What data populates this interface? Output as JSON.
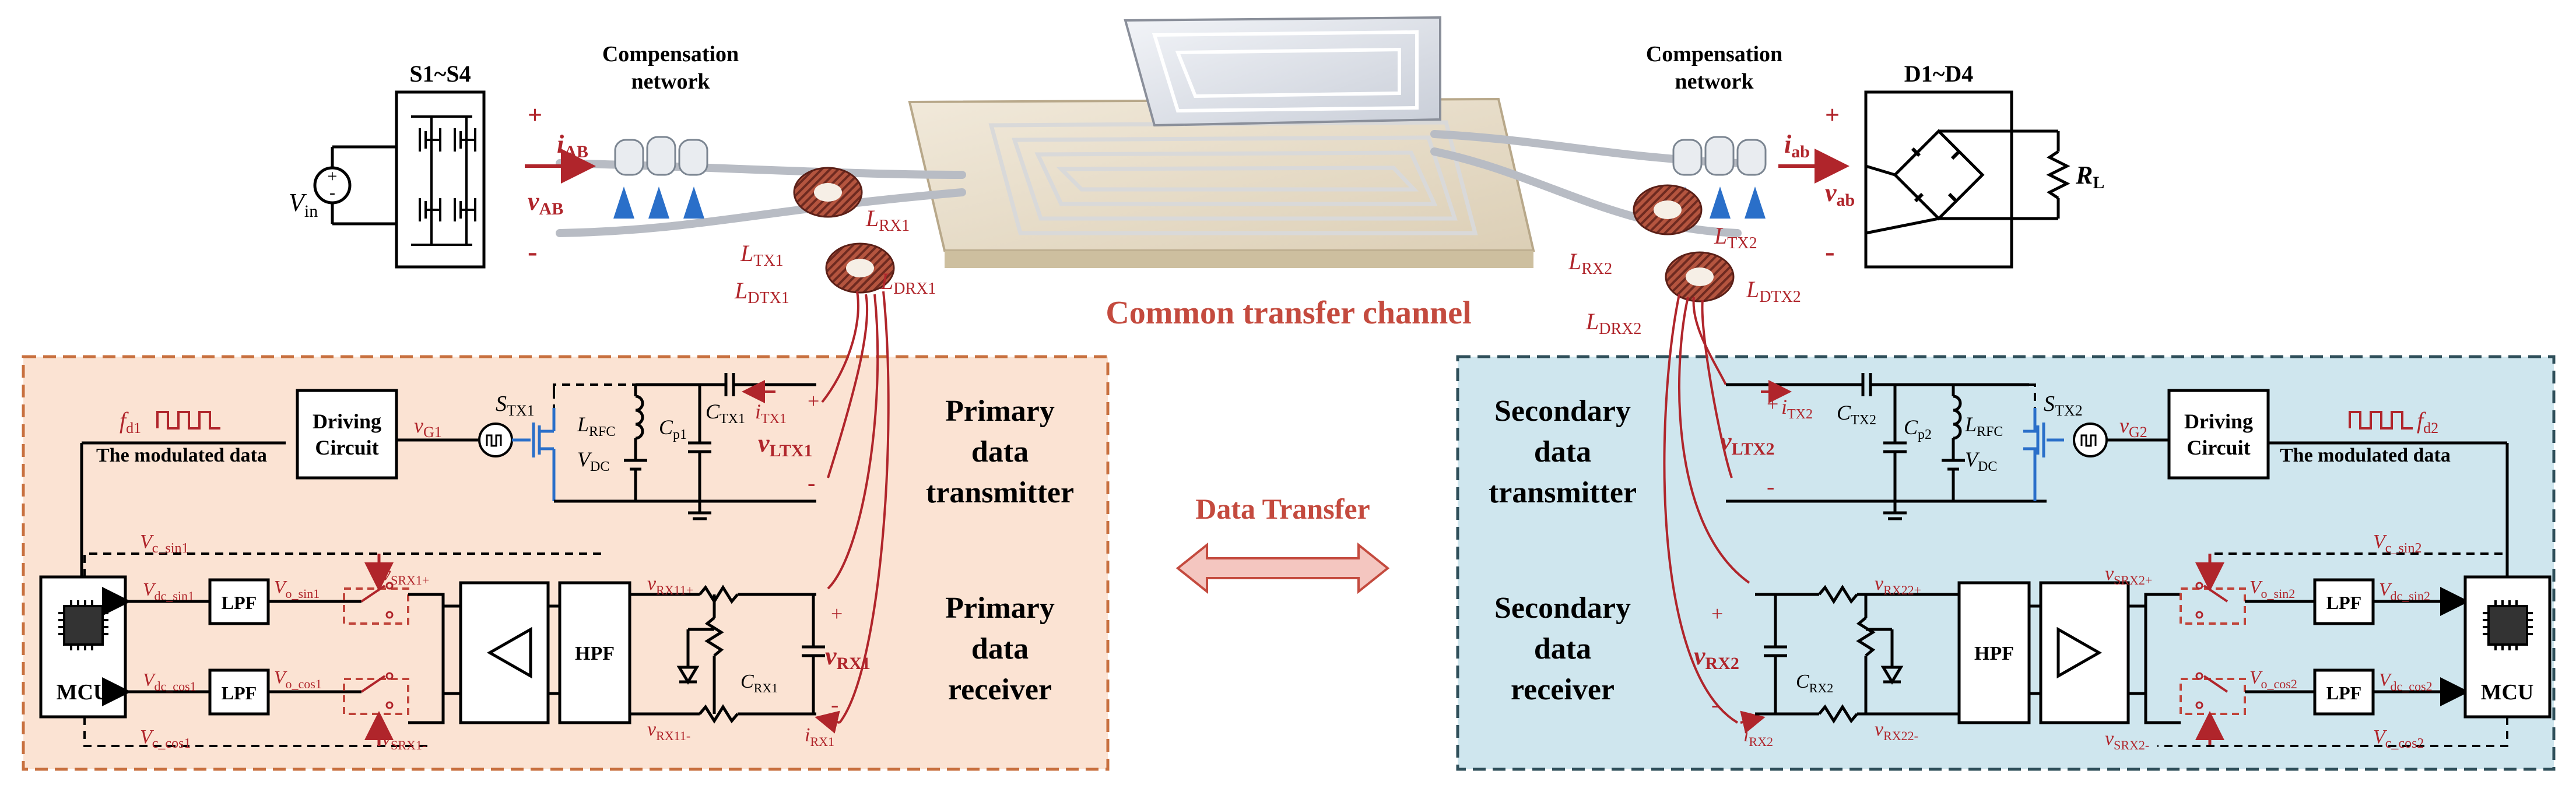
{
  "labels": {
    "s1s4": "S1~S4",
    "comp_left_1": "Compensation",
    "comp_left_2": "network",
    "comp_right_1": "Compensation",
    "comp_right_2": "network",
    "d1d4": "D1~D4",
    "vin": "V",
    "vin_sub": "in",
    "i_ab_upper": "i",
    "i_ab_upper_sub": "AB",
    "v_ab_upper": "v",
    "v_ab_upper_sub": "AB",
    "i_ab_lower": "i",
    "i_ab_lower_sub": "ab",
    "v_ab_lower": "v",
    "v_ab_lower_sub": "ab",
    "rl": "R",
    "rl_sub": "L",
    "plus": "+",
    "minus": "-",
    "ltx1": "L",
    "ltx1_sub": "TX1",
    "lrx1": "L",
    "lrx1_sub": "RX1",
    "ldtx1": "L",
    "ldtx1_sub": "DTX1",
    "ldrx1": "L",
    "ldrx1_sub": "DRX1",
    "ltx2": "L",
    "ltx2_sub": "TX2",
    "lrx2": "L",
    "lrx2_sub": "RX2",
    "ldtx2": "L",
    "ldtx2_sub": "DTX2",
    "ldrx2": "L",
    "ldrx2_sub": "DRX2",
    "common_channel": "Common transfer channel",
    "data_transfer": "Data Transfer"
  },
  "primary": {
    "transmitter_title": [
      "Primary",
      "data",
      "transmitter"
    ],
    "receiver_title": [
      "Primary",
      "data",
      "receiver"
    ],
    "fd": "f",
    "fd_sub": "d1",
    "modulated": "The modulated data",
    "driving": [
      "Driving",
      "Circuit"
    ],
    "vg": "v",
    "vg_sub": "G1",
    "stx": "S",
    "stx_sub": "TX1",
    "lrfc": "L",
    "lrfc_sub": "RFC",
    "vdc": "V",
    "vdc_sub": "DC",
    "cp": "C",
    "cp_sub": "p1",
    "ctx": "C",
    "ctx_sub": "TX1",
    "itx": "i",
    "itx_sub": "TX1",
    "vltx": "v",
    "vltx_sub": "LTX1",
    "mcu": "MCU",
    "lpf": "LPF",
    "hpf": "HPF",
    "vc_sin": "V",
    "vc_sin_sub": "c_sin1",
    "vdc_sin": "V",
    "vdc_sin_sub": "dc_sin1",
    "vo_sin": "V",
    "vo_sin_sub": "o_sin1",
    "vdc_cos": "V",
    "vdc_cos_sub": "dc_cos1",
    "vo_cos": "V",
    "vo_cos_sub": "o_cos1",
    "vc_cos": "V",
    "vc_cos_sub": "c_cos1",
    "vsrx_p": "v",
    "vsrx_p_sub": "SRX1+",
    "vsrx_m": "v",
    "vsrx_m_sub": "SRX1-",
    "vrx_p": "v",
    "vrx_p_sub": "RX11+",
    "vrx_m": "v",
    "vrx_m_sub": "RX11-",
    "crx": "C",
    "crx_sub": "RX1",
    "vrx": "v",
    "vrx_sub": "RX1",
    "irx": "i",
    "irx_sub": "RX1"
  },
  "secondary": {
    "transmitter_title": [
      "Secondary",
      "data",
      "transmitter"
    ],
    "receiver_title": [
      "Secondary",
      "data",
      "receiver"
    ],
    "fd": "f",
    "fd_sub": "d2",
    "modulated": "The modulated data",
    "driving": [
      "Driving",
      "Circuit"
    ],
    "vg": "v",
    "vg_sub": "G2",
    "stx": "S",
    "stx_sub": "TX2",
    "lrfc": "L",
    "lrfc_sub": "RFC",
    "vdc": "V",
    "vdc_sub": "DC",
    "cp": "C",
    "cp_sub": "p2",
    "ctx": "C",
    "ctx_sub": "TX2",
    "itx": "i",
    "itx_sub": "TX2",
    "vltx": "v",
    "vltx_sub": "LTX2",
    "mcu": "MCU",
    "lpf": "LPF",
    "hpf": "HPF",
    "vc_sin": "V",
    "vc_sin_sub": "c_sin2",
    "vdc_sin": "V",
    "vdc_sin_sub": "dc_sin2",
    "vo_sin": "V",
    "vo_sin_sub": "o_sin2",
    "vdc_cos": "V",
    "vdc_cos_sub": "dc_cos2",
    "vo_cos": "V",
    "vo_cos_sub": "o_cos2",
    "vc_cos": "V",
    "vc_cos_sub": "c_cos2",
    "vsrx_p": "v",
    "vsrx_p_sub": "SRX2+",
    "vsrx_m": "v",
    "vsrx_m_sub": "SRX2-",
    "vrx_p": "v",
    "vrx_p_sub": "RX22+",
    "vrx_m": "v",
    "vrx_m_sub": "RX22-",
    "crx": "C",
    "crx_sub": "RX2",
    "vrx": "v",
    "vrx_sub": "RX2",
    "irx": "i",
    "irx_sub": "RX2"
  },
  "colors": {
    "primary_panel_fill": "#fbe3d3",
    "primary_panel_border": "#c8703f",
    "secondary_panel_fill": "#cfe6ee",
    "secondary_panel_border": "#2f4f5a",
    "accent_red": "#b0252b",
    "pad_fill": "#e9dfcd",
    "arrow_fill": "#f4c6c0",
    "mosfet_blue": "#2a6fc9",
    "toroid": "#9c4a3a"
  }
}
